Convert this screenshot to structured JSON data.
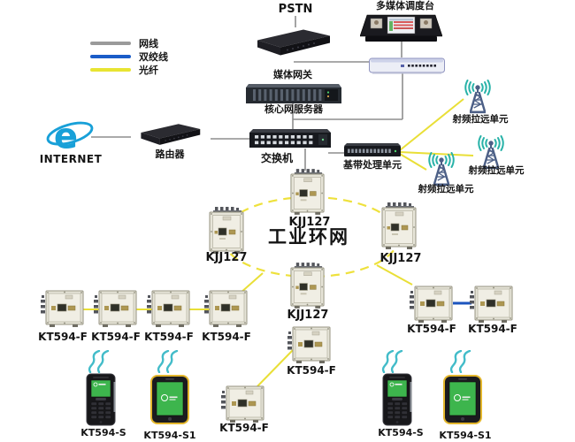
{
  "legend": {
    "items": [
      {
        "label": "网线",
        "color": "#9a9a9a"
      },
      {
        "label": "双绞线",
        "color": "#1a5cc8"
      },
      {
        "label": "光纤",
        "color": "#e8e432"
      }
    ]
  },
  "labels": {
    "pstn": "PSTN",
    "dispatch_console": "多媒体调度台",
    "media_gateway": "媒体网关",
    "core_server": "核心网服务器",
    "internet": "INTERNET",
    "router": "路由器",
    "switch": "交换机",
    "baseband_unit": "基带处理单元",
    "rf_remote_unit": "射频拉远单元",
    "industrial_ring": "工业环网",
    "ring_switch": "KJJ127",
    "base_station": "KT594-F",
    "feature_phone": "KT594-S",
    "smartphone": "KT594-S1"
  },
  "colors": {
    "fiber_line": "#e9df37",
    "twisted_pair_line": "#1c54be",
    "ethernet_line": "#8e8e8e",
    "wireless_teal": "#29b2a8",
    "antenna_body": "#4c5f86"
  }
}
